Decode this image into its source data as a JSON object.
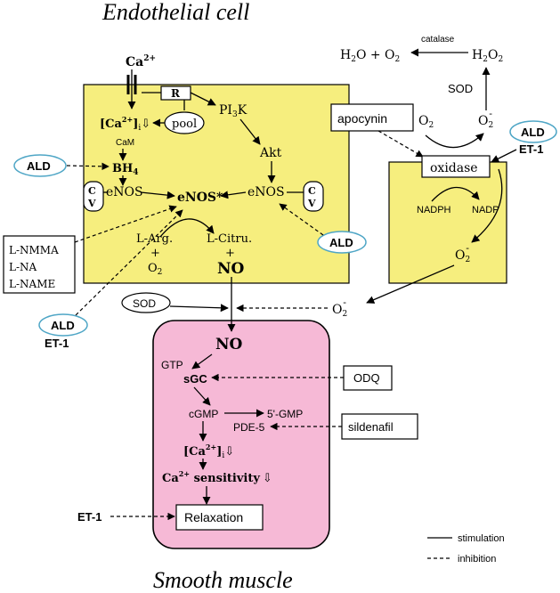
{
  "titles": {
    "endothelial": "Endothelial cell",
    "smooth": "Smooth muscle"
  },
  "colors": {
    "endothelial_fill": "#f6ee7e",
    "smooth_fill": "#f6b9d6",
    "ald_outline": "#4fa6c6"
  },
  "endothelial": {
    "ca": "Ca",
    "ca_sup": "2+",
    "receptor": "R",
    "pool": "pool",
    "ca_i": "[Ca",
    "ca_i_sup": "2+",
    "ca_i_tail": "]",
    "ca_i_sub": "i",
    "ca_i_arrow": "⇩",
    "cam": "CaM",
    "bh4": "BH",
    "bh4_sub": "4",
    "pi3k": "PI",
    "pi3k_sub": "3",
    "pi3k_tail": "K",
    "akt": "Akt",
    "enos_left": "eNOS",
    "enos_star": "eNOS*",
    "enos_right": "eNOS",
    "cv": [
      "C",
      "V"
    ],
    "arg": "L-Arg.",
    "plus": "+",
    "o2": "O",
    "o2_sub": "2",
    "citru": "L-Citru.",
    "no": "NO"
  },
  "inhibitors_box": [
    "L-NMMA",
    "L-NA",
    "L-NAME"
  ],
  "ald": "ALD",
  "et1": "ET-1",
  "oxidase_system": {
    "reaction_left": "H",
    "reaction_mid": "O + O",
    "h2o2": "H",
    "h2o2_mid": "O",
    "catalase": "catalase",
    "sod": "SOD",
    "apocynin": "apocynin",
    "o2": "O",
    "o2_sub": "2",
    "superoxide": "O",
    "superoxide_sub": "2",
    "superoxide_sup": "-",
    "oxidase": "oxidase",
    "nadph": "NADPH",
    "nadp": "NADP"
  },
  "sod": "SOD",
  "smooth": {
    "no": "NO",
    "gtp": "GTP",
    "sgc": "sGC",
    "cgmp": "cGMP",
    "gmp": "5'-GMP",
    "pde5": "PDE-5",
    "ca_i": "[Ca",
    "ca_i_sup": "2+",
    "ca_i_tail": "]",
    "ca_i_sub": "i",
    "ca_i_arrow": "⇩",
    "ca_sens": "Ca",
    "ca_sens_sup": "2+",
    "ca_sens_tail": " sensitivity",
    "ca_sens_arrow": "⇩",
    "relaxation": "Relaxation"
  },
  "drugs": {
    "odq": "ODQ",
    "sildenafil": "sildenafil"
  },
  "legend": {
    "stimulation": "stimulation",
    "inhibition": "inhibition"
  }
}
